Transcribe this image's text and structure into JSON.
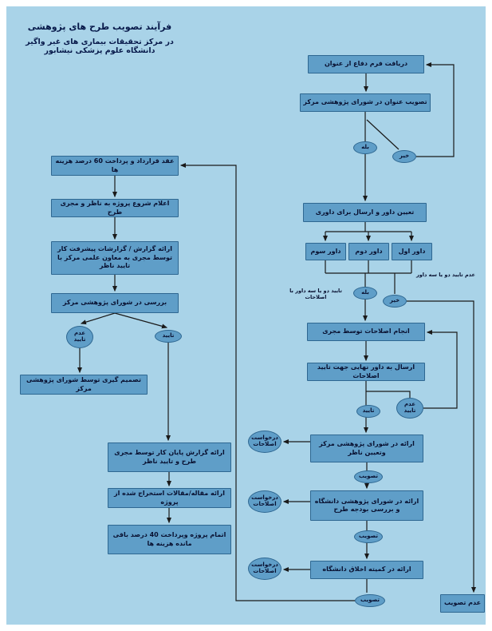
{
  "title": {
    "line1": "فرآیند تصویب طرح های پژوهشی",
    "line2": "در مرکز تحقیقات بیماری های غیر واگیر دانشگاه علوم پزشکی نیشابور"
  },
  "nodes": {
    "receive_form": "دریافت فرم دفاع از عنوان",
    "approve_title": "تصویب عنوان در شورای پژوهشی مرکز",
    "assign_reviewers": "تعیین داور و ارسال برای داوری",
    "reviewer3": "داور سوم",
    "reviewer2": "داور دوم",
    "reviewer1": "داور اول",
    "do_revisions": "انجام اصلاحات توسط مجری",
    "send_final_reviewer": "ارسال به داور نهایی جهت تایید اصلاحات",
    "center_council": "ارائه در شورای پژوهشی مرکز وتعیین ناظر",
    "university_council": "ارائه در شورای پژوهشی دانشگاه و بررسی بودجه طرح",
    "ethics_committee": "ارائه در کمیته اخلاق دانشگاه",
    "not_approved_final": "عدم تصویب",
    "contract": "عقد قرارداد و پرداخت 60 درصد هزینه ها",
    "announce_start": "اعلام شروع پروژه به ناظر و مجری طرح",
    "progress_reports": "ارائه گزارش / گزارشات پیشرفت کار توسط مجری به معاون علمی مرکز با تایید ناظر",
    "center_review": "بررسی در شورای پژوهشی مرکز",
    "decision": "تصمیم گیری توسط شورای پژوهشی مرکز",
    "final_report": "ارائه گزارش پایان کار توسط مجری طرح و تایید ناظر",
    "articles": "ارائه مقاله/مقالات استخراج شده از پروژه",
    "complete": "اتمام پروژه وپرداخت 40 درصد باقی مانده هزینه ها"
  },
  "decisions": {
    "yes1": "بله",
    "no1": "خیر",
    "yes2": "بله",
    "no2": "خیر",
    "approved_final": "تایید",
    "not_approved_final_reviewer": "عدم تایید",
    "request_revisions1": "درخواست اصلاحات",
    "approve1": "تصویب",
    "request_revisions2": "درخواست اصلاحات",
    "approve2": "تصویب",
    "request_revisions3": "درخواست اصلاحات",
    "approve3": "تصویب",
    "not_approved_review": "عدم تایید",
    "approved_review": "تایید"
  },
  "labels": {
    "approved_two_three": "تایید دو یا سه داور با اصلاحات",
    "not_approved_two_three": "عدم تایید دو یا سه داور"
  },
  "colors": {
    "background": "#a9d3e8",
    "node_fill": "#5f9ec8",
    "node_border": "#2e6791",
    "title_text": "#07194a",
    "arrow": "#1a1a1a"
  }
}
